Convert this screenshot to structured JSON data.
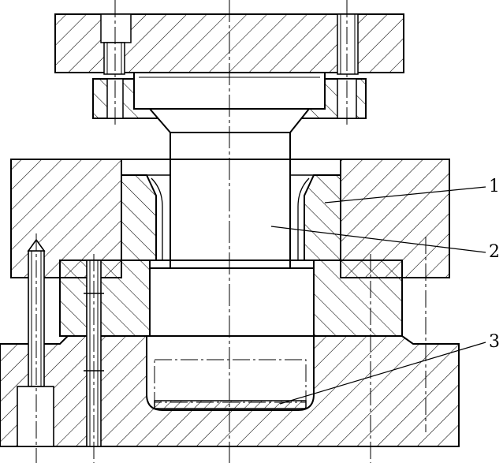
{
  "callouts": [
    {
      "label": "1",
      "part": "die-ring"
    },
    {
      "label": "2",
      "part": "punch"
    },
    {
      "label": "3",
      "part": "workpiece"
    }
  ],
  "colors": {
    "stroke": "#000000",
    "background": "#ffffff"
  }
}
